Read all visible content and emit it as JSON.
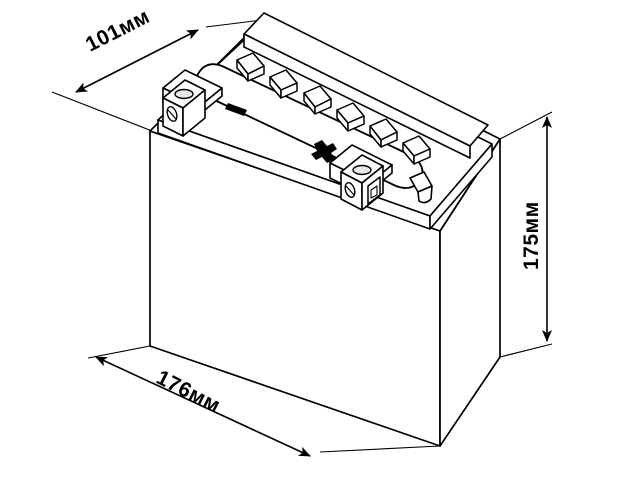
{
  "drawing": {
    "title": "Battery isometric dimension drawing",
    "subject": "motorcycle-battery",
    "projection": "isometric",
    "background_color": "#ffffff",
    "line_color": "#000000",
    "fill_color": "#ffffff"
  },
  "dimensions": {
    "depth": {
      "label": "101мм",
      "value": 101,
      "unit": "мм",
      "axis": "depth",
      "orientation": "diagonal-up-right",
      "arrow_style": "double-ended"
    },
    "width": {
      "label": "176мм",
      "value": 176,
      "unit": "мм",
      "axis": "width",
      "orientation": "diagonal-down-right",
      "arrow_style": "double-ended"
    },
    "height": {
      "label": "175мм",
      "value": 175,
      "unit": "мм",
      "axis": "height",
      "orientation": "vertical",
      "arrow_style": "double-ended"
    }
  },
  "battery": {
    "terminals": [
      {
        "name": "negative-terminal",
        "polarity": "-",
        "position": "left-front"
      },
      {
        "name": "positive-terminal",
        "polarity": "+",
        "position": "center-front"
      }
    ],
    "polarity_marks": [
      {
        "symbol": "minus",
        "position": "left-of-center"
      },
      {
        "symbol": "plus",
        "position": "center-right"
      }
    ],
    "vent_caps": {
      "count": 6,
      "arrangement": "single-row-diagonal"
    },
    "vent_nozzle": {
      "name": "gas-vent-nozzle",
      "position": "right-front"
    }
  }
}
